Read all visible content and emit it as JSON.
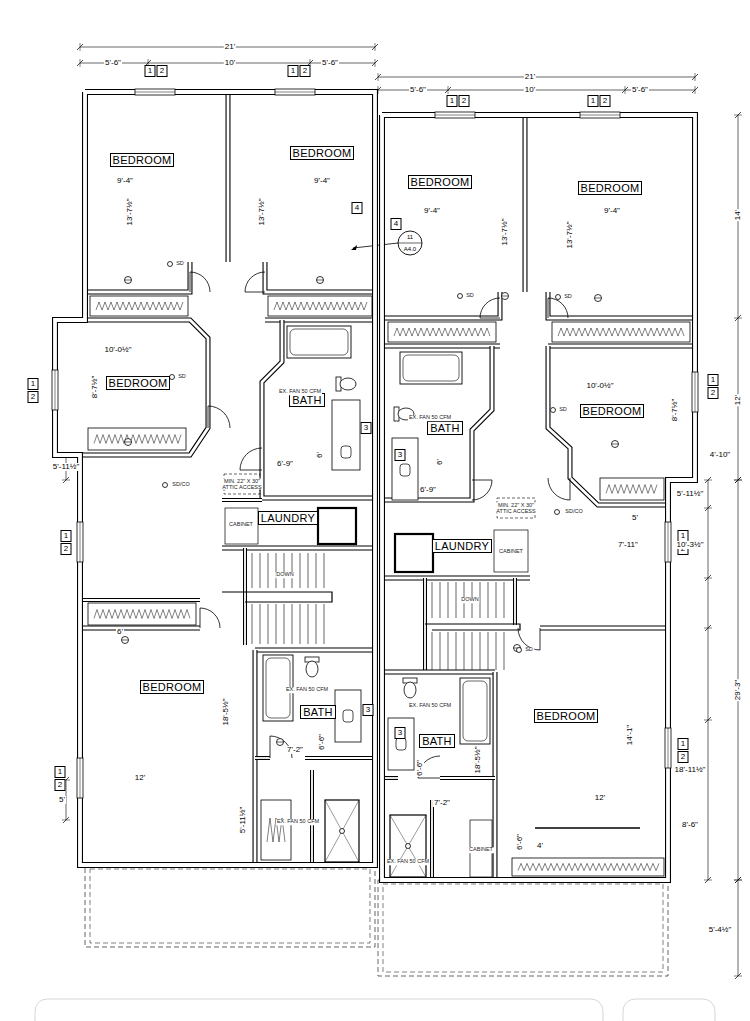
{
  "diagram": {
    "nodes": [
      {
        "text": [
          "BEDROOM"
        ]
      },
      {
        "text": [
          "BEDROOM"
        ]
      },
      {
        "text": [
          "BEDROOM"
        ]
      },
      {
        "text": [
          "BEDROOM"
        ]
      },
      {
        "text": [
          "BATH"
        ]
      },
      {
        "text": [
          "BEDROOM"
        ]
      },
      {
        "text": [
          "BATH"
        ]
      },
      {
        "text": [
          "BEDROOM"
        ]
      },
      {
        "text": [
          "LAUNDRY"
        ]
      },
      {
        "text": [
          "LAUNDRY"
        ]
      },
      {
        "text": [
          "BEDROOM"
        ]
      },
      {
        "text": [
          "BATH"
        ]
      },
      {
        "text": [
          "BEDROOM"
        ]
      },
      {
        "text": [
          "BATH"
        ]
      }
    ],
    "labels": [
      "21'",
      "5'-6\"",
      "10'",
      "5'-6\"",
      "21'",
      "5'-6\"",
      "10'",
      "5'-6\"",
      "1",
      "2",
      "1",
      "2",
      "1",
      "2",
      "1",
      "2",
      "1",
      "2",
      "1",
      "2",
      "1",
      "2",
      "1",
      "2",
      "1",
      "2",
      "1",
      "2",
      "4",
      "4",
      "3",
      "3",
      "3",
      "3",
      "11",
      "A4.0",
      "9'-4\"",
      "13'-7½\"",
      "13'-7½\"",
      "9'-4\"",
      "10'-0½\"",
      "8'-7½\"",
      "6'-9\"",
      "6'",
      "6'",
      "18'-5½\"",
      "12'",
      "7'-2\"",
      "6'-6\"",
      "5'-11½\"",
      "5'-11½\"",
      "5'",
      "9'-4\"",
      "13'-7½\"",
      "13'-7½\"",
      "9'-4\"",
      "10'-0½\"",
      "8'-7½\"",
      "6'-9\"",
      "6'",
      "5'",
      "7'-11\"",
      "14'-1\"",
      "12'",
      "4'",
      "18'-5½\"",
      "6'-6\"",
      "7'-2\"",
      "6'-6\"",
      "14'",
      "12'",
      "4'-10\"",
      "5'-11½\"",
      "10'-3½\"",
      "29'-3\"",
      "18'-11½\"",
      "8'-6\"",
      "5'-4½\"",
      "DOWN",
      "DOWN",
      "CABINET",
      "CABINET",
      "CABINET",
      "SD/CO",
      "SD/CO",
      "MIN. 22\" X 30\" ATTIC ACCESS",
      "MIN. 22\" X 30\" ATTIC ACCESS",
      "EX. FAN 50 CFM",
      "EX. FAN 50 CFM",
      "EX. FAN 50 CFM",
      "EX. FAN 50 CFM",
      "EX. FAN 50 CFM",
      "EX. FAN 50 CFM",
      "SD",
      "SD",
      "SD",
      "SD",
      "SD",
      "SD"
    ]
  }
}
